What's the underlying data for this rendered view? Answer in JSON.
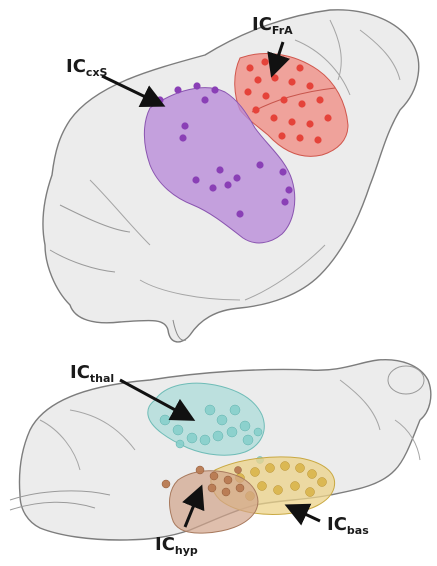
{
  "labels": {
    "frontal_cortex": {
      "main": "IC",
      "sub": "FrA"
    },
    "somatosensory_cortex": {
      "main": "IC",
      "sub": "cxS"
    },
    "thalamus": {
      "main": "IC",
      "sub": "thal"
    },
    "hypothalamus": {
      "main": "IC",
      "sub": "hyp"
    },
    "basal": {
      "main": "IC",
      "sub": "bas"
    }
  },
  "colors": {
    "brain_outline": "#7d7d7d",
    "brain_fill": "#dcdcdc",
    "frontal_region": "#f08a80",
    "frontal_dots": "#e5433a",
    "somatosensory_region": "#b98ad8",
    "somatosensory_dots": "#8a3fb6",
    "thalamus_region": "#a8dcd8",
    "thalamus_dots": "#86cfcb",
    "hypothalamus_region": "#d1a48a",
    "hypothalamus_dots": "#b87a52",
    "basal_region": "#ecd38a",
    "basal_dots": "#d9b44a",
    "arrow": "#111111"
  }
}
